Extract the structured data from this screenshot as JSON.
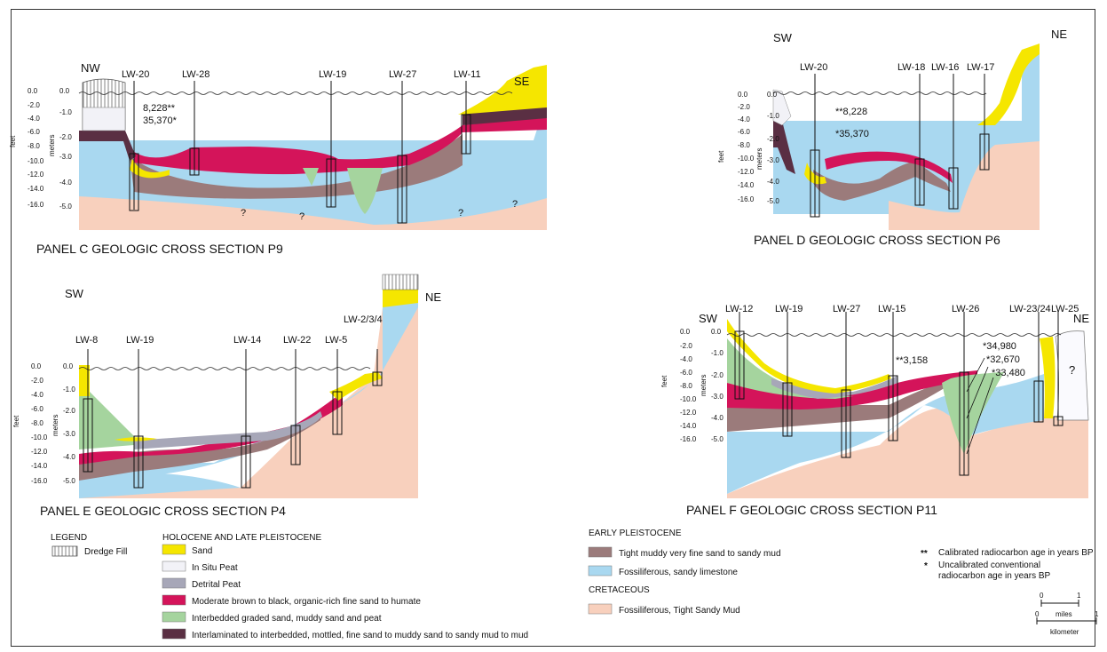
{
  "colors": {
    "sand": "#f5e600",
    "insitu_peat": "#f2f2f7",
    "detrital_peat": "#a7a7b8",
    "organic": "#d4145a",
    "interbedded": "#a5d49e",
    "interlaminated": "#5a2f43",
    "tight_mud": "#9b7b7b",
    "limestone": "#a9d8f0",
    "cretaceous": "#f8d0bd"
  },
  "axes": {
    "feet_label": "feet",
    "meters_label": "meters",
    "feet_ticks": [
      "0.0",
      "-2.0",
      "-4.0",
      "-6.0",
      "-8.0",
      "-10.0",
      "-12.0",
      "-14.0",
      "-16.0"
    ],
    "meters_ticks": [
      "0.0",
      "-1.0",
      "-2.0",
      "-3.0",
      "-4.0",
      "-5.0"
    ],
    "question_mark": "?"
  },
  "panels": {
    "c": {
      "title": "PANEL C  GEOLOGIC CROSS SECTION P9",
      "left_dir": "NW",
      "right_dir": "SE",
      "wells": [
        "LW-20",
        "LW-28",
        "LW-19",
        "LW-27",
        "LW-11"
      ],
      "dates": [
        "8,228**",
        "35,370*"
      ]
    },
    "d": {
      "title": "PANEL D  GEOLOGIC CROSS SECTION P6",
      "left_dir": "SW",
      "right_dir": "NE",
      "wells": [
        "LW-20",
        "LW-18",
        "LW-16",
        "LW-17"
      ],
      "dates": [
        "**8,228",
        "*35,370"
      ]
    },
    "e": {
      "title": "PANEL E  GEOLOGIC CROSS SECTION P4",
      "left_dir": "SW",
      "right_dir": "NE",
      "wells": [
        "LW-8",
        "LW-19",
        "LW-14",
        "LW-22",
        "LW-5",
        "LW-2/3/4"
      ]
    },
    "f": {
      "title": "PANEL F  GEOLOGIC CROSS SECTION P11",
      "left_dir": "SW",
      "right_dir": "NE",
      "wells": [
        "LW-12",
        "LW-19",
        "LW-27",
        "LW-15",
        "LW-26",
        "LW-23/24",
        "LW-25"
      ],
      "dates": [
        "**3,158",
        "*34,980",
        "*32,670",
        "*33,480"
      ]
    }
  },
  "legend": {
    "heading": "LEGEND",
    "dredge_fill": "Dredge Fill",
    "holocene_heading": "HOLOCENE AND LATE PLEISTOCENE",
    "holocene_items": [
      "Sand",
      "In Situ Peat",
      "Detrital Peat",
      "Moderate brown to black, organic-rich fine sand to humate",
      "Interbedded graded sand, muddy sand and peat",
      "Interlaminated to interbedded, mottled, fine sand to muddy sand to sandy mud to mud"
    ],
    "early_heading": "EARLY PLEISTOCENE",
    "early_items": [
      "Tight muddy very fine sand to sandy mud",
      "Fossiliferous, sandy limestone"
    ],
    "cretaceous_heading": "CRETACEOUS",
    "cretaceous_items": [
      "Fossiliferous, Tight Sandy Mud"
    ],
    "note_calibrated_symbol": "**",
    "note_calibrated": "Calibrated radiocarbon age in years BP",
    "note_uncalibrated_symbol": "*",
    "note_uncalibrated_1": "Uncalibrated conventional",
    "note_uncalibrated_2": "radiocarbon age in years BP",
    "scale_miles_0": "0",
    "scale_miles_1": "1",
    "scale_miles": "miles",
    "scale_km_0": "0",
    "scale_km_1": "1",
    "scale_kilometer": "kilometer"
  }
}
